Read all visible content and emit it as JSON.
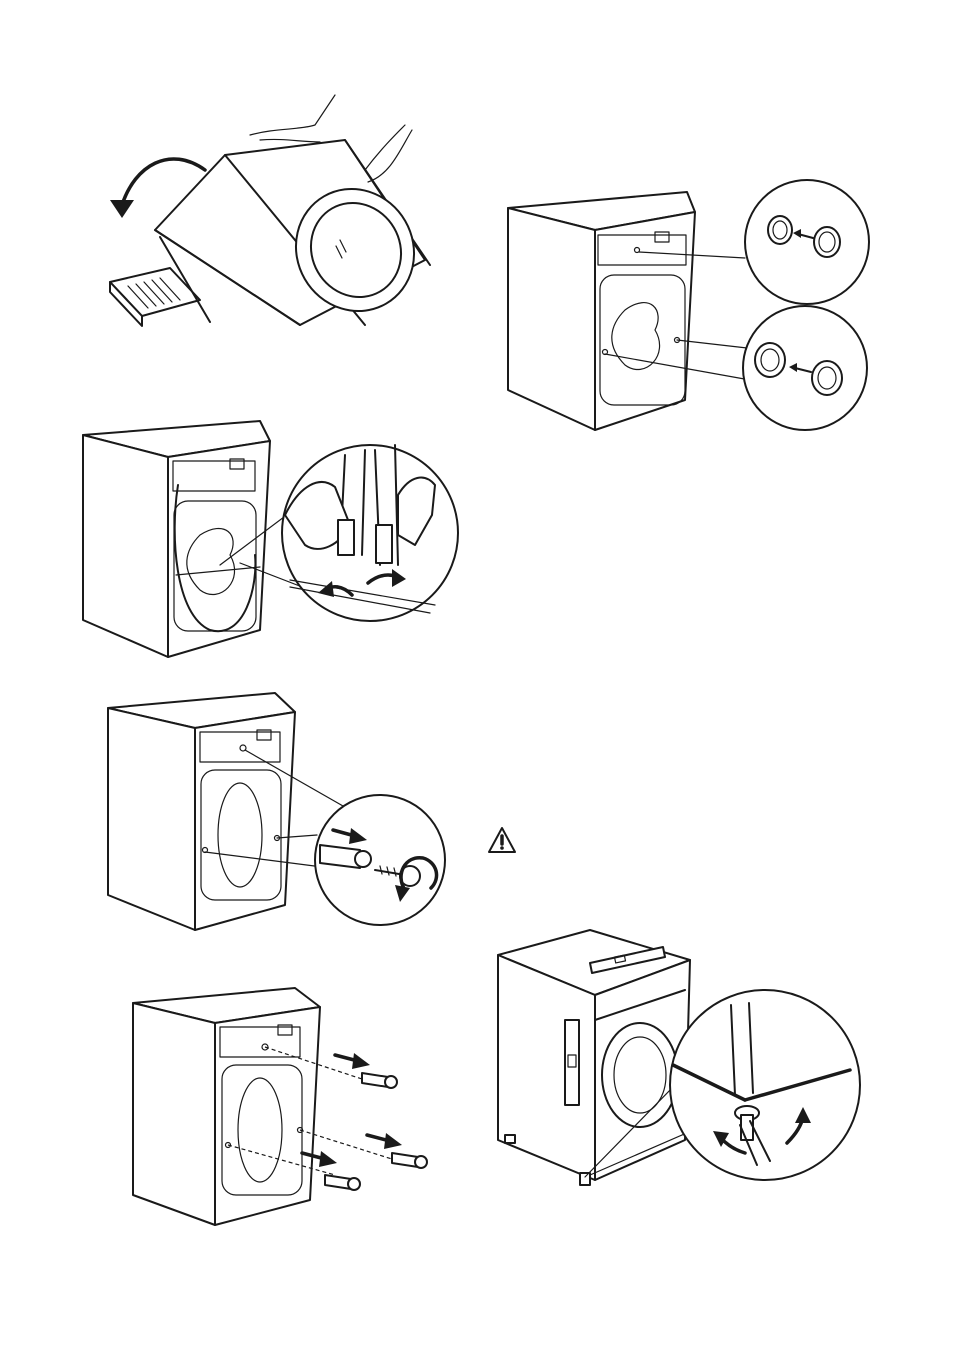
{
  "page": {
    "icons": {
      "tilt": "tilt-machine-illustration",
      "bushes": "transit-bush-caps-illustration",
      "hose": "hose-clip-release-illustration",
      "bolts_out": "transit-bolt-removal-illustration",
      "warning": "warning-triangle-icon",
      "bolts_in": "transit-bolt-refit-illustration",
      "level": "level-adjust-feet-illustration"
    }
  }
}
